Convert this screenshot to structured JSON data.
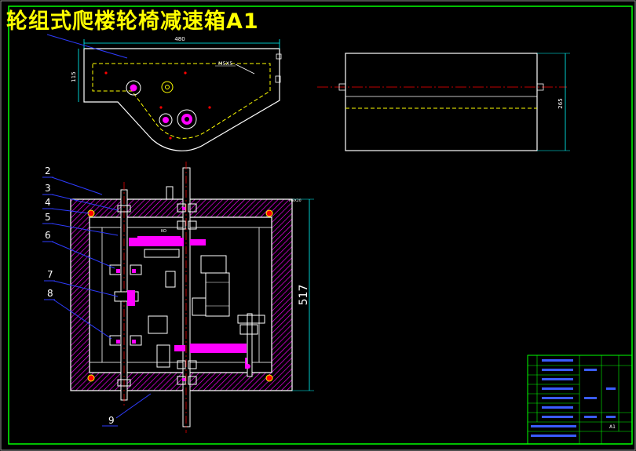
{
  "drawing": {
    "title": "轮组式爬楼轮椅减速箱A1",
    "sheet_size": "A1"
  },
  "dimensions": {
    "top_width": "480",
    "top_height": "115",
    "bolt_note": "M5X5",
    "side_height": "265",
    "front_height": "517"
  },
  "part_labels": [
    "2",
    "3",
    "4",
    "5",
    "6",
    "7",
    "8",
    "9"
  ],
  "colors": {
    "background": "#000000",
    "linework": "#ffffff",
    "dimension": "#00ffff",
    "hidden": "#ffff00",
    "section": "#ff00ff",
    "centerline": "#ff0000",
    "border": "#00ff00",
    "leader": "#2e3cff"
  }
}
